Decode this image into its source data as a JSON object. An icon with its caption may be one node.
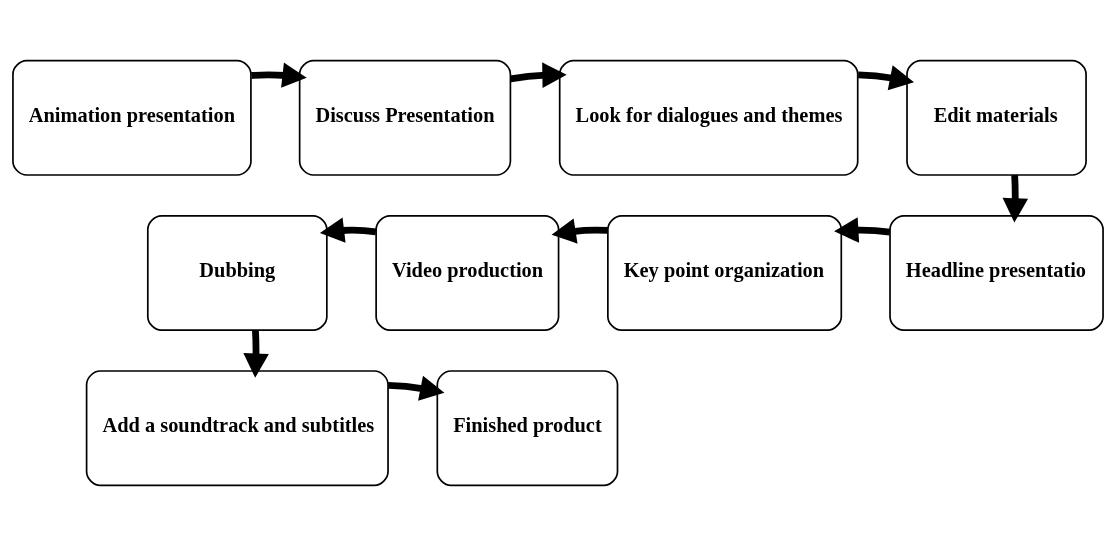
{
  "diagram": {
    "nodes": [
      {
        "text": [
          "Animation presentation"
        ]
      },
      {
        "text": [
          "Discuss Presentation"
        ]
      },
      {
        "text": [
          "Look for dialogues and themes"
        ]
      },
      {
        "text": [
          "Edit materials"
        ]
      },
      {
        "text": [
          "Headline presentatio"
        ]
      },
      {
        "text": [
          "Key point organization"
        ]
      },
      {
        "text": [
          "Video production"
        ]
      },
      {
        "text": [
          "Dubbing"
        ]
      },
      {
        "text": [
          "Add a soundtrack and subtitles"
        ]
      },
      {
        "text": [
          "Finished product"
        ]
      }
    ],
    "edges": [
      {
        "from": 0,
        "to": 1,
        "arrow": "to"
      },
      {
        "from": 1,
        "to": 2,
        "arrow": "to"
      },
      {
        "from": 2,
        "to": 3,
        "arrow": "to"
      },
      {
        "from": 3,
        "to": 4,
        "arrow": "to"
      },
      {
        "from": 4,
        "to": 5,
        "arrow": "to"
      },
      {
        "from": 5,
        "to": 6,
        "arrow": "to"
      },
      {
        "from": 6,
        "to": 7,
        "arrow": "to"
      },
      {
        "from": 7,
        "to": 8,
        "arrow": "to"
      },
      {
        "from": 8,
        "to": 9,
        "arrow": "to"
      }
    ]
  }
}
